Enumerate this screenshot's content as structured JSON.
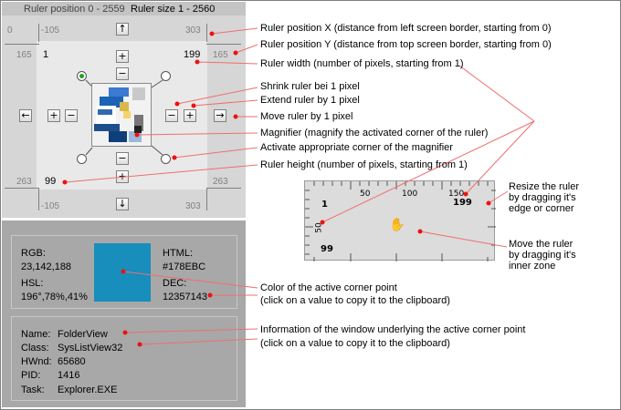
{
  "header": {
    "ruler_position": "Ruler position 0 - 2559",
    "ruler_size": "Ruler size 1 - 2560"
  },
  "ruler": {
    "x_left": "0",
    "x_minus": "-105",
    "x_right": "303",
    "y_top": "165",
    "y_top_right": "165",
    "width": "199",
    "width_left": "1",
    "height": "99",
    "y_bottom_left": "263",
    "y_bottom_right": "263",
    "bottom_left": "-105",
    "bottom_right": "303"
  },
  "color": {
    "rgb_label": "RGB:",
    "rgb_value": "23,142,188",
    "hsl_label": "HSL:",
    "hsl_value": "196°,78%,41%",
    "html_label": "HTML:",
    "html_value": "#178EBC",
    "dec_label": "DEC:",
    "dec_value": "12357143",
    "swatch": "#178EBC"
  },
  "window_info": {
    "rows": [
      {
        "label": "Name:",
        "value": "FolderView"
      },
      {
        "label": "Class:",
        "value": "SysListView32"
      },
      {
        "label": "HWnd:",
        "value": "65680"
      },
      {
        "label": "PID:",
        "value": "1416"
      },
      {
        "label": "Task:",
        "value": "Explorer.EXE"
      }
    ]
  },
  "annotations": {
    "pos_x": "Ruler position X (distance from left screen border, starting from 0)",
    "pos_y": "Ruler position Y (distance from top screen border, starting from 0)",
    "width": "Ruler width (number of pixels, starting from 1)",
    "shrink": "Shrink ruler bei 1 pixel",
    "extend": "Extend ruler by 1 pixel",
    "move": "Move ruler by 1 pixel",
    "magnifier": "Magnifier (magnify the activated corner of the ruler)",
    "activate": "Activate appropriate corner of the magnifier",
    "height": "Ruler height (number of pixels, starting from 1)",
    "color1": "Color of the active corner point",
    "color2": "(click on a value to copy it to the clipboard)",
    "info1": "Information of the window underlying the active corner point",
    "info2": "(click on a value to copy it to the clipboard)",
    "resize1": "Resize the ruler",
    "resize2": "by dragging it's",
    "resize3": "edge or corner",
    "movedrag1": "Move the ruler",
    "movedrag2": "by dragging it's",
    "movedrag3": "inner zone"
  },
  "demo_ruler": {
    "top_ticks": [
      "50",
      "100",
      "150"
    ],
    "left_ticks": [
      "50"
    ],
    "corner_tl": "1",
    "corner_tr": "199",
    "corner_bl": "99"
  },
  "colors": {
    "accent_red": "#ee1111",
    "panel": "#d6d6d6",
    "info_panel": "#a8a8a8"
  },
  "icons": [
    "arrow-up-icon",
    "arrow-down-icon",
    "arrow-left-icon",
    "arrow-right-icon",
    "plus-icon",
    "minus-icon",
    "hand-icon"
  ]
}
